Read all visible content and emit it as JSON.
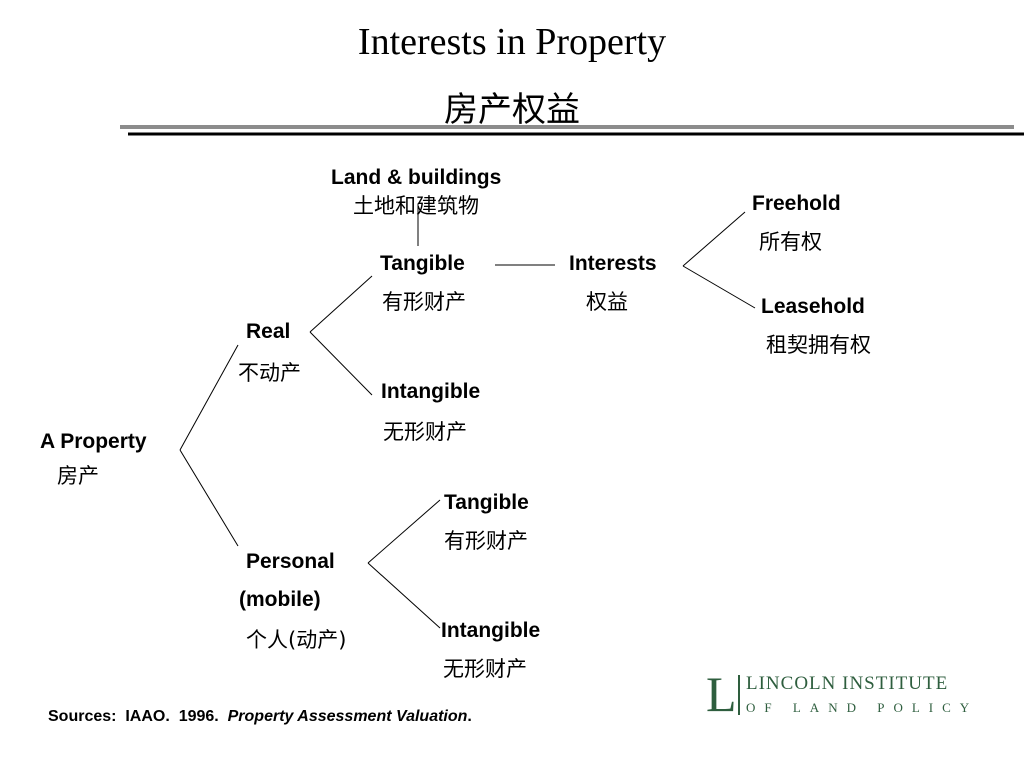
{
  "header": {
    "title": "Interests in Property",
    "title_zh": "房产权益"
  },
  "diagram": {
    "root": {
      "label": "A Property",
      "label_zh": "房产"
    },
    "real": {
      "label": "Real",
      "label_zh": "不动产"
    },
    "real_tangible": {
      "label": "Tangible",
      "label_zh": "有形财产"
    },
    "real_intangible": {
      "label": "Intangible",
      "label_zh": "无形财产"
    },
    "land": {
      "label": "Land & buildings",
      "label_zh": "土地和建筑物"
    },
    "interests": {
      "label": "Interests",
      "label_zh": "权益"
    },
    "freehold": {
      "label": "Freehold",
      "label_zh": "所有权"
    },
    "leasehold": {
      "label": "Leasehold",
      "label_zh": "租契拥有权"
    },
    "personal": {
      "label": "Personal",
      "label2": "(mobile)",
      "label_zh": "个人(动产)"
    },
    "personal_tangible": {
      "label": "Tangible",
      "label_zh": "有形财产"
    },
    "personal_intangible": {
      "label": "Intangible",
      "label_zh": "无形财产"
    }
  },
  "footer": {
    "prefix": "Sources:  IAAO.  1996.  ",
    "book": "Property Assessment Valuation",
    "suffix": "."
  },
  "logo": {
    "letter": "L",
    "line1": "LINCOLN INSTITUTE",
    "line2": "OF LAND POLICY",
    "color": "#2e5e3e"
  }
}
